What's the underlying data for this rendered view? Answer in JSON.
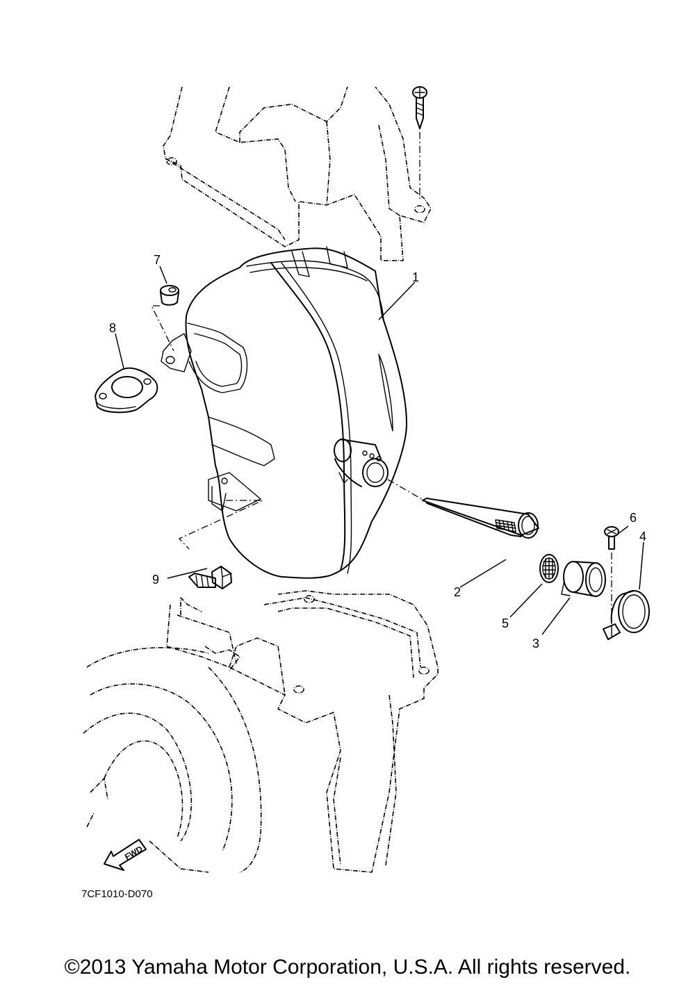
{
  "callouts": [
    "1",
    "2",
    "3",
    "4",
    "5",
    "6",
    "7",
    "8",
    "9"
  ],
  "fwd_label": "FWD",
  "diagram_code": "7CF1010-D070",
  "copyright": "©2013 Yamaha Motor Corporation, U.S.A. All rights reserved."
}
